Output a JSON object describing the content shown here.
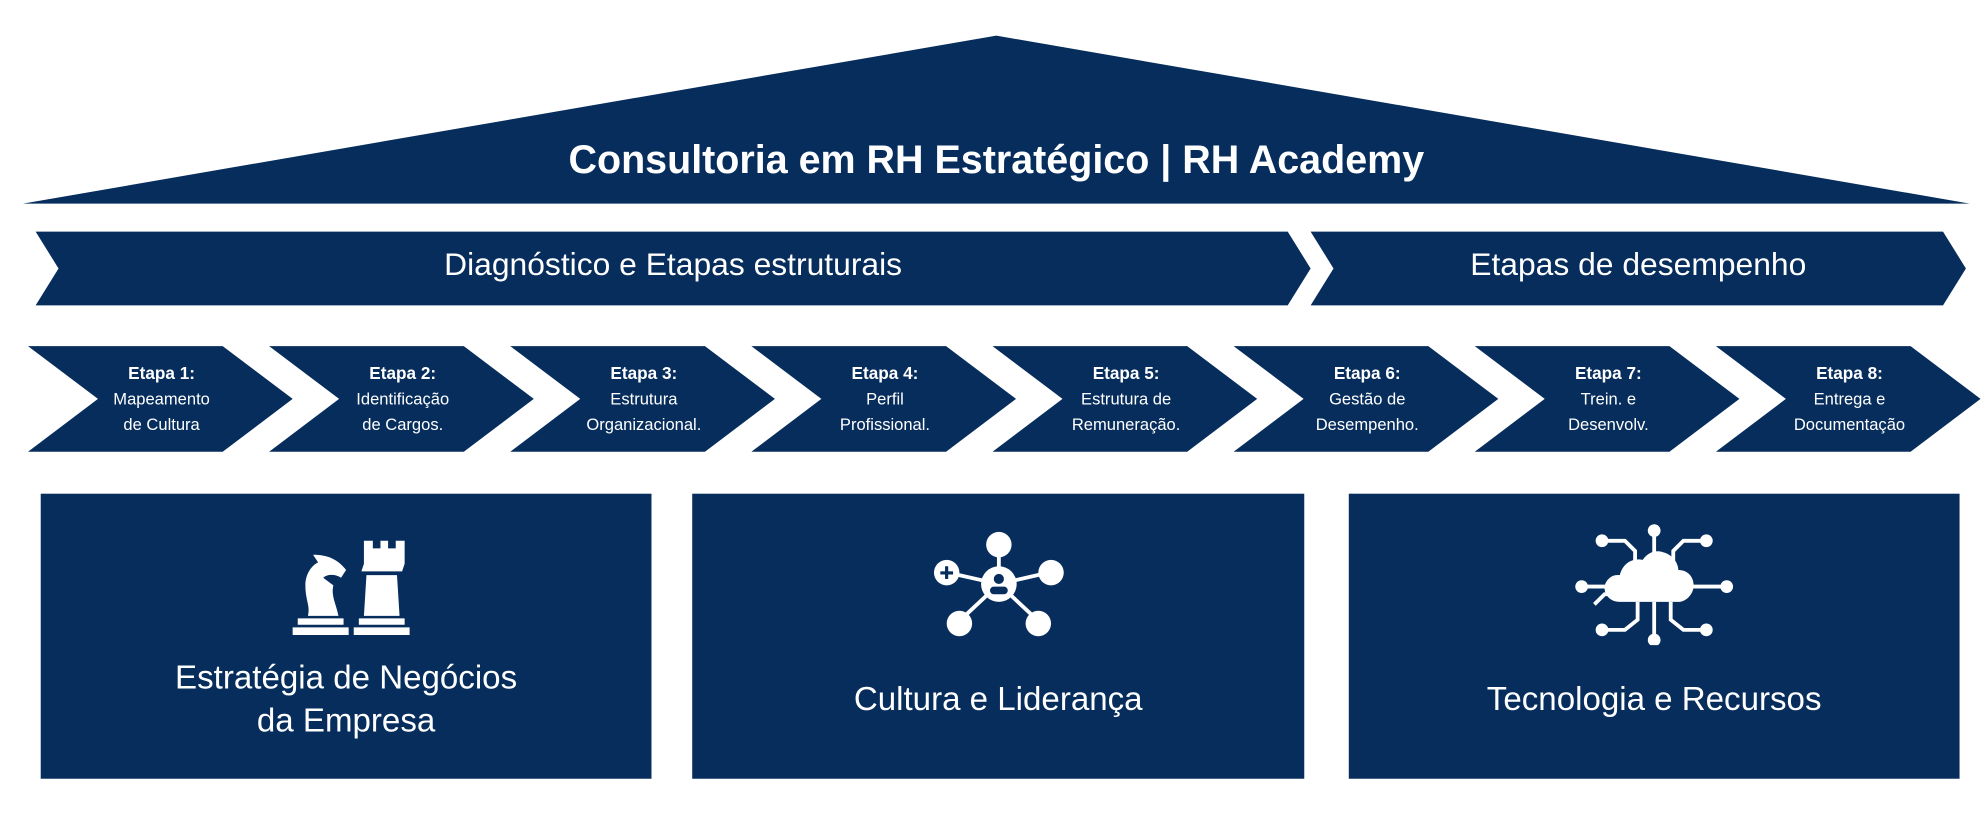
{
  "title": "Consultoria em RH Estratégico | RH Academy",
  "bands": [
    {
      "label": "Diagnóstico e Etapas estruturais"
    },
    {
      "label": "Etapas de desempenho"
    }
  ],
  "steps": [
    {
      "title": "Etapa 1:",
      "line1": "Mapeamento",
      "line2": "de Cultura"
    },
    {
      "title": "Etapa 2:",
      "line1": "Identificação",
      "line2": "de Cargos."
    },
    {
      "title": "Etapa 3:",
      "line1": "Estrutura",
      "line2": "Organizacional."
    },
    {
      "title": "Etapa 4:",
      "line1": "Perfil",
      "line2": "Profissional."
    },
    {
      "title": "Etapa 5:",
      "line1": "Estrutura de",
      "line2": "Remuneração."
    },
    {
      "title": "Etapa 6:",
      "line1": "Gestão de",
      "line2": "Desempenho."
    },
    {
      "title": "Etapa 7:",
      "line1": "Trein. e",
      "line2": "Desenvolv."
    },
    {
      "title": "Etapa 8:",
      "line1": "Entrega e",
      "line2": "Documentação"
    }
  ],
  "pillars": [
    {
      "line1": "Estratégia de Negócios",
      "line2": "da Empresa",
      "icon": "chess-icon"
    },
    {
      "line1": "Cultura e Liderança",
      "line2": "",
      "icon": "network-people-icon"
    },
    {
      "line1": "Tecnologia e Recursos",
      "line2": "",
      "icon": "cloud-circuit-icon"
    }
  ],
  "colors": {
    "primary": "#062d5c"
  }
}
